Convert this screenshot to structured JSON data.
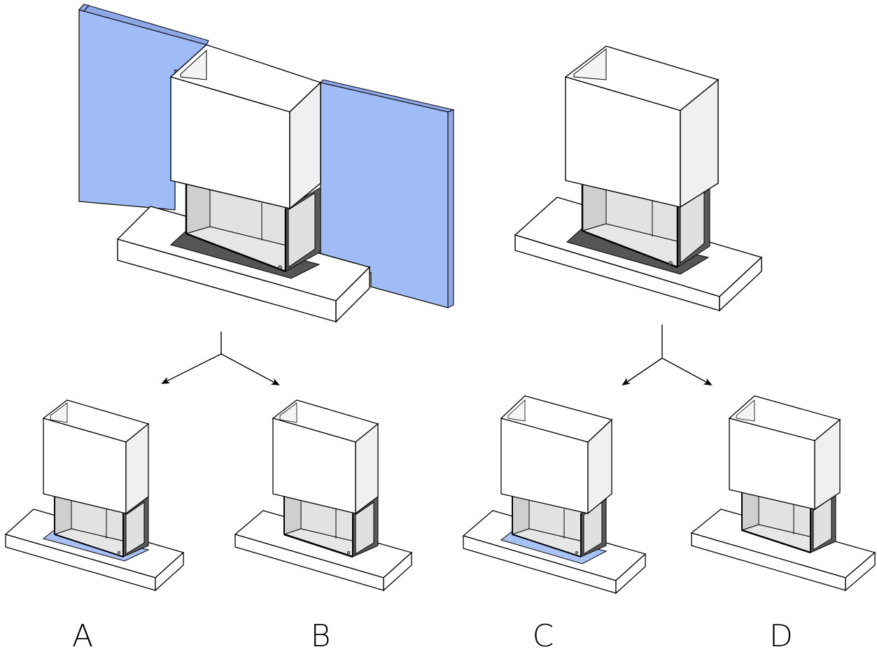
{
  "labels": {
    "a": "A",
    "b": "B",
    "c": "C",
    "d": "D"
  },
  "colors": {
    "wall_blue": "#a0bcf7",
    "wall_blue_dark": "#8ea8e6",
    "hood_white": "#ffffff",
    "hood_side": "#f0f0f0",
    "glass": "#e2e2e2",
    "glass_side": "#cfcfcf",
    "dark_frame": "#555555",
    "plinth": "#ffffff",
    "tray_blue": "#a8c2f5",
    "line": "#000000"
  },
  "icons": {
    "arrow_split": "y-split-arrow-icon"
  }
}
